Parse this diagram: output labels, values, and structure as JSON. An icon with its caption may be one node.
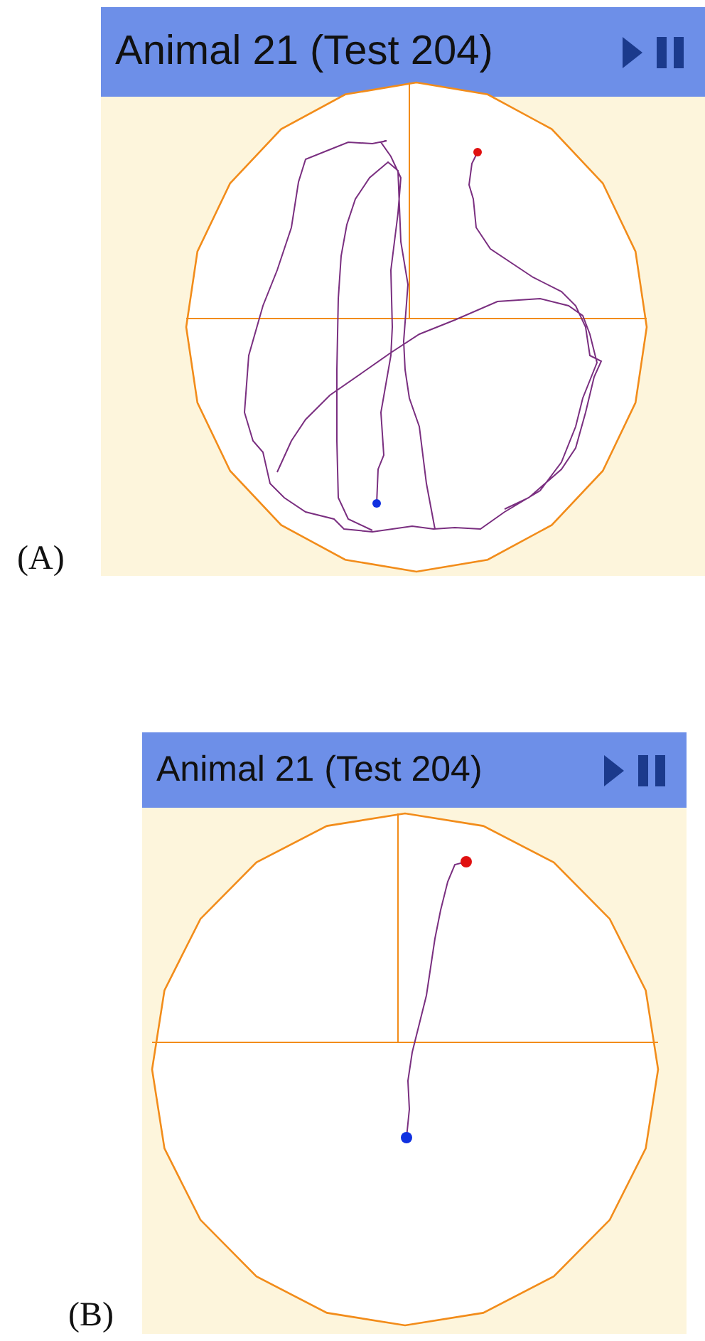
{
  "diagram": {
    "labels": [
      "Animal 21 (Test 204)",
      "(A)",
      "Animal 21 (Test 204)",
      "(B)"
    ]
  }
}
